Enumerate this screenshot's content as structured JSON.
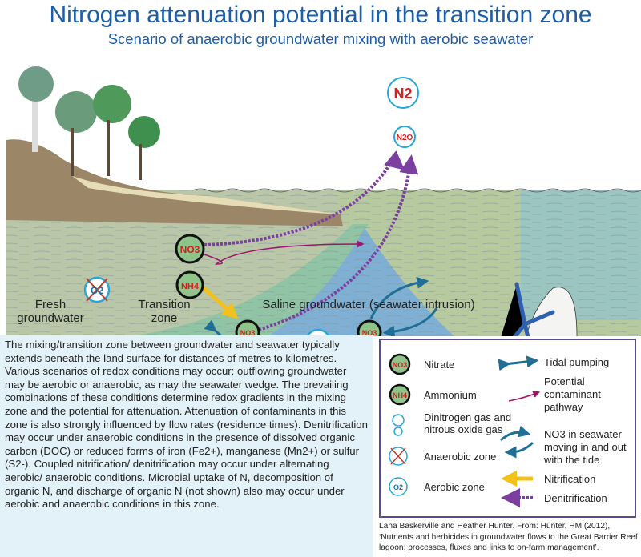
{
  "title": "Nitrogen attenuation potential in the transition zone",
  "subtitle": "Scenario of anaerobic groundwater mixing with aerobic seawater",
  "diagram": {
    "n2": "N2",
    "n2o": "N2O",
    "no3": "NO3",
    "nh4": "NH4",
    "o2": "O2"
  },
  "zones": [
    {
      "label": "Fresh groundwater",
      "color": "#b9c4b6"
    },
    {
      "label": "Transition zone",
      "color": "#86c3a3"
    },
    {
      "label": "Saline groundwater (seawater intrusion)",
      "color": "#7fb0d3"
    }
  ],
  "description": "The mixing/transition zone between groundwater and seawater typically extends beneath the land surface for distances of metres to kilometres. Various scenarios of redox conditions may occur: outflowing groundwater may be aerobic or anaerobic, as may the seawater wedge.  The prevailing combinations of these conditions determine redox gradients in the mixing zone and the potential for attenuation. Attenuation of contaminants in this zone is also strongly influenced by flow rates (residence times).  Denitrification may occur under anaerobic conditions in the presence of dissolved organic carbon (DOC) or reduced forms of iron (Fe2+), manganese (Mn2+) or sulfur (S2-). Coupled nitrification/ denitrification may occur under alternating aerobic/ anaerobic conditions. Microbial uptake of N, decomposition of organic N, and discharge of organic N (not shown) also may occur under aerobic and anaerobic conditions in this zone.",
  "legend": {
    "nitrate": "Nitrate",
    "ammonium": "Ammonium",
    "gases": "Dinitrogen gas and nitrous oxide gas",
    "anaerobic": "Anaerobic zone",
    "aerobic": "Aerobic zone",
    "tidal": "Tidal pumping",
    "pathway": "Potential contaminant pathway",
    "no3_tide": "NO3 in seawater moving in and out with the tide",
    "nitrification": "Nitrification",
    "denitrification": "Denitrification"
  },
  "credit": "Lana Baskerville and Heather Hunter.  From: Hunter, HM (2012), ‘Nutrients and herbicides in groundwater flows to the Great Barrier Reef lagoon: processes, fluxes and links to on-farm management’.",
  "colors": {
    "title": "#1d5ea8",
    "purple": "#7b3fa0",
    "magenta": "#a0146e",
    "tidal": "#1f6f96",
    "yellow": "#f2c21a"
  }
}
